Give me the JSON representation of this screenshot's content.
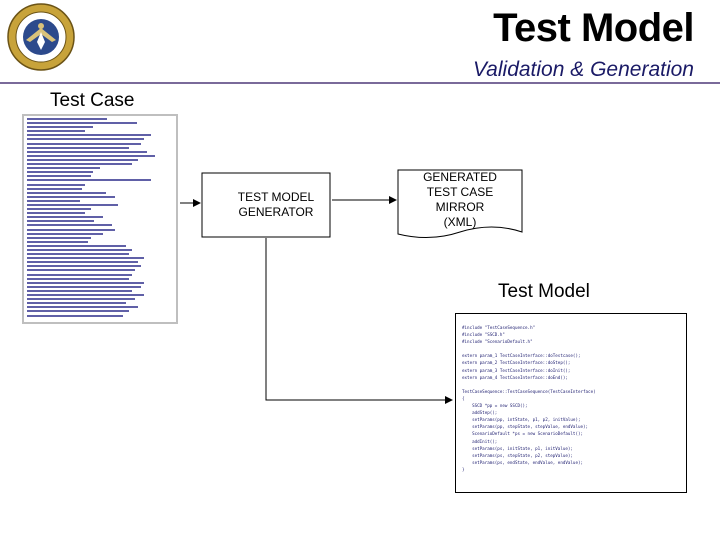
{
  "header": {
    "title": "Test Model",
    "subtitle": "Validation & Generation"
  },
  "section_label": "Test Case",
  "generator": {
    "label": "TEST MODEL\nGENERATOR"
  },
  "mirror": {
    "label": "GENERATED\nTEST CASE\nMIRROR\n(XML)"
  },
  "model_label": "Test Model",
  "colors": {
    "rule": "#7a6a9a",
    "doc_border": "#bfbfbf",
    "code_text": "#1b1b6e"
  },
  "icons": {
    "logo": "agency-seal-icon"
  },
  "code_lines": [
    "#include \"TestCaseSequence.h\"",
    "#include \"SSCD.h\"",
    "#include \"ScenarioDefault.h\"",
    "",
    "extern param_1 TestCaseInterface::doTestcase();",
    "extern param_2 TestCaseInterface::doStep();",
    "extern param_3 TestCaseInterface::doInit();",
    "extern param_4 TestCaseInterface::doEnd();",
    "",
    "TestCaseSequence::TestCaseSequence(TestCaseInterface)",
    "{",
    "    SSCD *pp = new SSCD();",
    "    addStep();",
    "    setParams(pp, intState, p1, p2, initValue);",
    "    setParams(pp, stepState, stepValue, endValue);",
    "    ScenarioDefault *ps = new ScenarioDefault();",
    "    addInit();",
    "    setParams(ps, initState, p1, initValue);",
    "    setParams(ps, stepState, p2, stepValue);",
    "    setParams(ps, endState, endValue, endValue);",
    "}"
  ]
}
